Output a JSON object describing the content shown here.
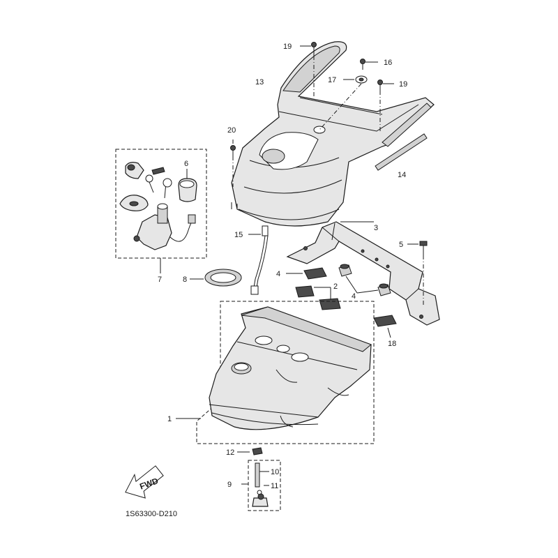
{
  "diagram": {
    "drawing_code": "1S63300-D210",
    "direction_label": "FWD",
    "callouts": [
      {
        "id": "c1",
        "number": "1"
      },
      {
        "id": "c2",
        "number": "2"
      },
      {
        "id": "c3",
        "number": "3"
      },
      {
        "id": "c4a",
        "number": "4"
      },
      {
        "id": "c4b",
        "number": "4"
      },
      {
        "id": "c5",
        "number": "5"
      },
      {
        "id": "c6",
        "number": "6"
      },
      {
        "id": "c7",
        "number": "7"
      },
      {
        "id": "c8",
        "number": "8"
      },
      {
        "id": "c9",
        "number": "9"
      },
      {
        "id": "c10",
        "number": "10"
      },
      {
        "id": "c11",
        "number": "11"
      },
      {
        "id": "c12",
        "number": "12"
      },
      {
        "id": "c13",
        "number": "13"
      },
      {
        "id": "c14",
        "number": "14"
      },
      {
        "id": "c15",
        "number": "15"
      },
      {
        "id": "c16",
        "number": "16"
      },
      {
        "id": "c17",
        "number": "17"
      },
      {
        "id": "c18",
        "number": "18"
      },
      {
        "id": "c19a",
        "number": "19"
      },
      {
        "id": "c19b",
        "number": "19"
      },
      {
        "id": "c20",
        "number": "20"
      }
    ]
  }
}
